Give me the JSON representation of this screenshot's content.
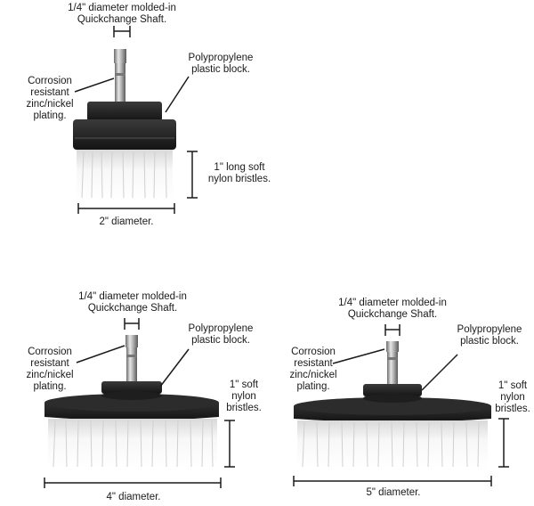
{
  "brush_small": {
    "shaft_label": [
      "1/4\" diameter molded-in",
      "Quickchange Shaft."
    ],
    "block_label": [
      "Polypropylene",
      "plastic block."
    ],
    "plating_label": [
      "Corrosion",
      "resistant",
      "zinc/nickel",
      "plating."
    ],
    "bristles_label": [
      "1\" long soft",
      "nylon bristles."
    ],
    "diameter_label": "2\" diameter."
  },
  "brush_medium": {
    "shaft_label": [
      "1/4\" diameter molded-in",
      "Quickchange Shaft."
    ],
    "block_label": [
      "Polypropylene",
      "plastic block."
    ],
    "plating_label": [
      "Corrosion",
      "resistant",
      "zinc/nickel",
      "plating."
    ],
    "bristles_label": [
      "1\" soft",
      "nylon",
      "bristles."
    ],
    "diameter_label": "4\" diameter."
  },
  "brush_large": {
    "shaft_label": [
      "1/4\" diameter molded-in",
      "Quickchange Shaft."
    ],
    "block_label": [
      "Polypropylene",
      "plastic block."
    ],
    "plating_label": [
      "Corrosion",
      "resistant",
      "zinc/nickel",
      "plating."
    ],
    "bristles_label": [
      "1\" soft",
      "nylon",
      "bristles."
    ],
    "diameter_label": "5\" diameter."
  }
}
